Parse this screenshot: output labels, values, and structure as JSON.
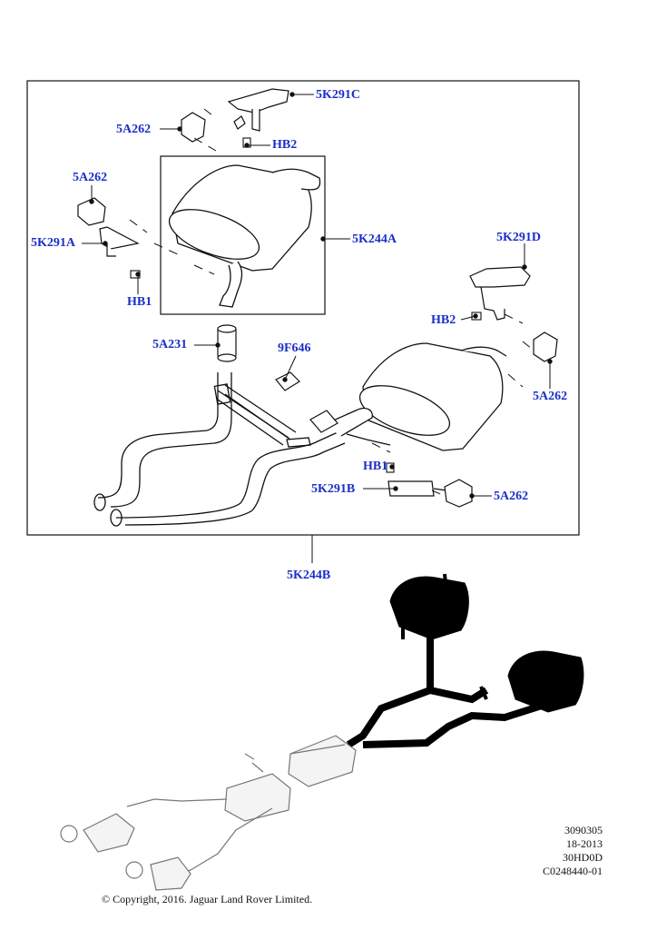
{
  "diagram": {
    "callouts": {
      "c_5k291c": "5K291C",
      "c_5a262_top": "5A262",
      "c_hb2_top": "HB2",
      "c_5a262_left": "5A262",
      "c_5k244a": "5K244A",
      "c_5k291a": "5K291A",
      "c_hb1_left": "HB1",
      "c_5k291d": "5K291D",
      "c_hb2_right": "HB2",
      "c_5a231": "5A231",
      "c_9f646": "9F646",
      "c_5a262_right": "5A262",
      "c_hb1_bottom": "HB1",
      "c_5k291b": "5K291B",
      "c_5a262_bottom": "5A262",
      "c_5k244b": "5K244B"
    },
    "reference_codes": [
      "3090305",
      "18-2013",
      "30HD0D",
      "C0248440-01"
    ],
    "copyright": "© Copyright, 2016. Jaguar Land Rover Limited."
  },
  "colors": {
    "callout_text": "#1a2fc8",
    "line_art": "#111111",
    "highlight": "#000000",
    "ghost": "#999999"
  }
}
